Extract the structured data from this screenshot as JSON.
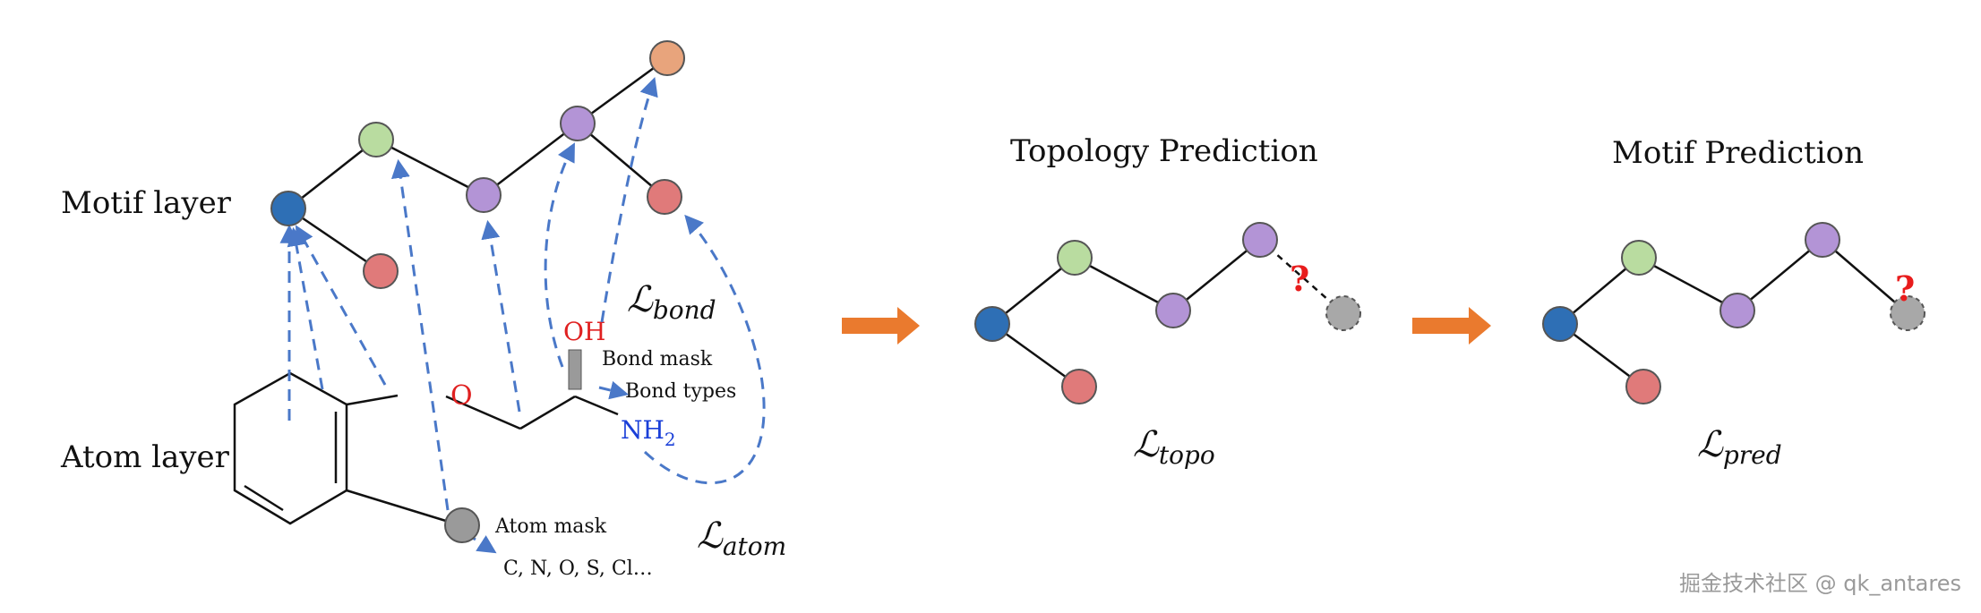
{
  "left_panel": {
    "motif_label": "Motif layer",
    "atom_label": "Atom layer",
    "loss_bond": {
      "script": "ℒ",
      "subscript": "bond"
    },
    "loss_atom": {
      "script": "ℒ",
      "subscript": "atom"
    },
    "group_oh": "OH",
    "group_o": "O",
    "group_nh": "NH",
    "group_nh_sub": "2",
    "bond_mask": "Bond mask",
    "bond_types": "Bond types",
    "atom_mask": "Atom mask",
    "atom_types": "C, N, O, S, Cl…"
  },
  "middle_panel": {
    "title": "Topology Prediction",
    "question": "?",
    "loss": {
      "script": "ℒ",
      "subscript": "topo"
    }
  },
  "right_panel": {
    "title": "Motif Prediction",
    "question": "?",
    "loss": {
      "script": "ℒ",
      "subscript": "pred"
    }
  },
  "watermark": "掘金技术社区 @ qk_antares",
  "colors": {
    "blue": "#2e6fb5",
    "green": "#b9dca0",
    "purple": "#b394d6",
    "red": "#e07a7a",
    "orange": "#e8a47c",
    "gray": "#9a9a9a",
    "arrow_orange": "#ea7a2e",
    "dashed_blue": "#4a78c8"
  }
}
